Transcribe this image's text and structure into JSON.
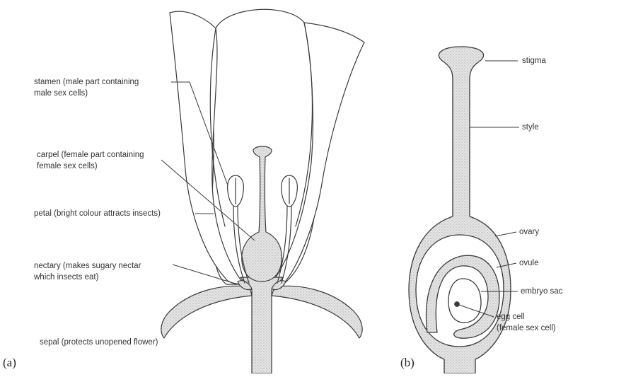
{
  "panel_a": {
    "tag": "(a)",
    "labels": {
      "stamen": [
        "stamen (male part containing",
        "male sex cells)"
      ],
      "carpel": [
        "carpel (female part containing",
        "female sex cells)"
      ],
      "petal": [
        "petal (bright colour attracts insects)"
      ],
      "nectary": [
        "nectary (makes sugary nectar",
        "which insects eat)"
      ],
      "sepal": [
        "sepal (protects unopened flower)"
      ]
    }
  },
  "panel_b": {
    "tag": "(b)",
    "labels": {
      "stigma": [
        "stigma"
      ],
      "style": [
        "style"
      ],
      "ovary": [
        "ovary"
      ],
      "ovule": [
        "ovule"
      ],
      "embryo_sac": [
        "embryo sac"
      ],
      "egg_cell": [
        "egg cell",
        "(female sex cell)"
      ]
    }
  },
  "colors": {
    "line": "#3a3a3a",
    "stipple_fill": "#dcdcdc",
    "background": "#ffffff"
  }
}
